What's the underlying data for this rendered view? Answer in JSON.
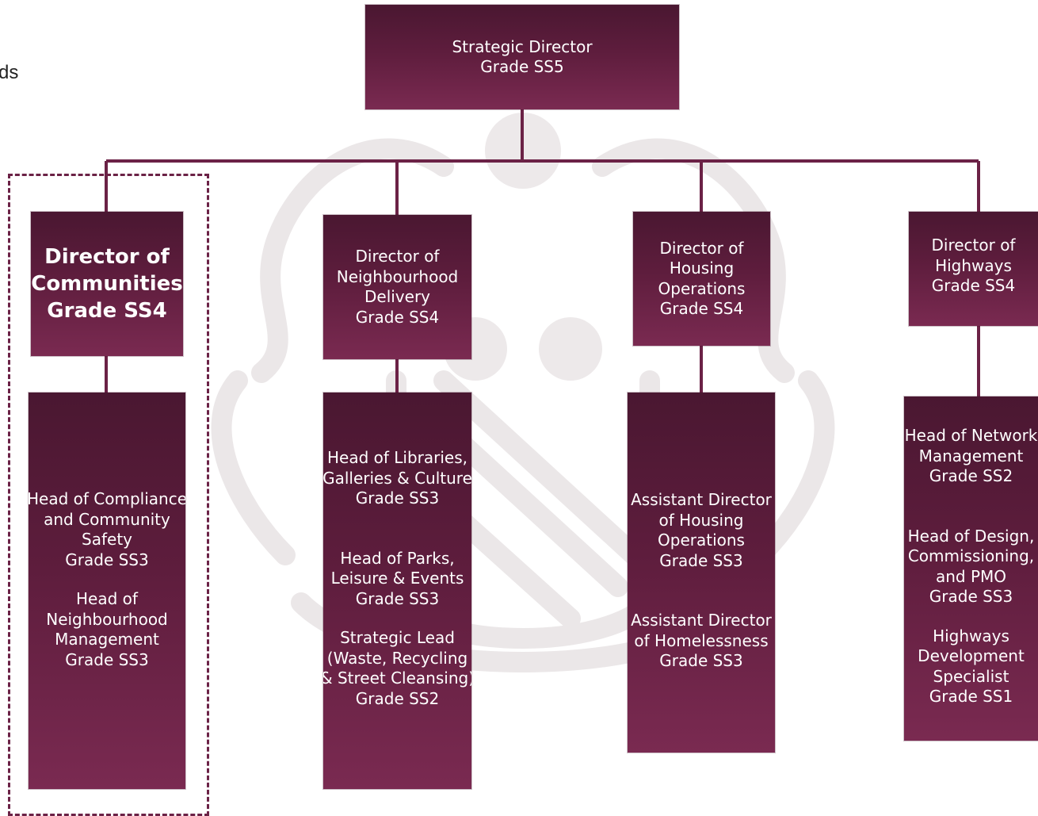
{
  "stray_text": "ds",
  "top": {
    "title": "Strategic Director",
    "grade": "Grade SS5"
  },
  "directors": [
    {
      "lines": [
        "Director of",
        "Communities"
      ],
      "grade": "Grade SS4",
      "highlighted": true
    },
    {
      "lines": [
        "Director of",
        "Neighbourhood",
        "Delivery"
      ],
      "grade": "Grade SS4"
    },
    {
      "lines": [
        "Director of",
        "Housing",
        "Operations"
      ],
      "grade": "Grade SS4"
    },
    {
      "lines": [
        "Director of",
        "Highways"
      ],
      "grade": "Grade SS4"
    }
  ],
  "teams": [
    [
      {
        "lines": [
          "Head of Compliance",
          "and Community",
          "Safety"
        ],
        "grade": "Grade SS3"
      },
      {
        "lines": [
          "Head of",
          "Neighbourhood",
          "Management"
        ],
        "grade": "Grade SS3"
      }
    ],
    [
      {
        "lines": [
          "Head of Libraries,",
          "Galleries & Culture"
        ],
        "grade": "Grade SS3"
      },
      {
        "lines": [
          "Head of Parks,",
          "Leisure & Events"
        ],
        "grade": "Grade SS3"
      },
      {
        "lines": [
          "Strategic Lead",
          "(Waste, Recycling",
          "& Street Cleansing)"
        ],
        "grade": "Grade SS2"
      }
    ],
    [
      {
        "lines": [
          "Assistant Director",
          "of Housing",
          "Operations"
        ],
        "grade": "Grade SS3"
      },
      {
        "lines": [
          "Assistant Director",
          "of Homelessness"
        ],
        "grade": "Grade SS3"
      }
    ],
    [
      {
        "lines": [
          "Head of Network",
          "Management"
        ],
        "grade": "Grade SS2"
      },
      {
        "lines": [
          "Head of Design,",
          "Commissioning,",
          "and PMO"
        ],
        "grade": "Grade SS3"
      },
      {
        "lines": [
          "Highways",
          "Development",
          "Specialist"
        ],
        "grade": "Grade SS1"
      }
    ]
  ],
  "colors": {
    "box_dark": "#4a1731",
    "box_light": "#7a2a51",
    "connector": "#6b2246"
  }
}
